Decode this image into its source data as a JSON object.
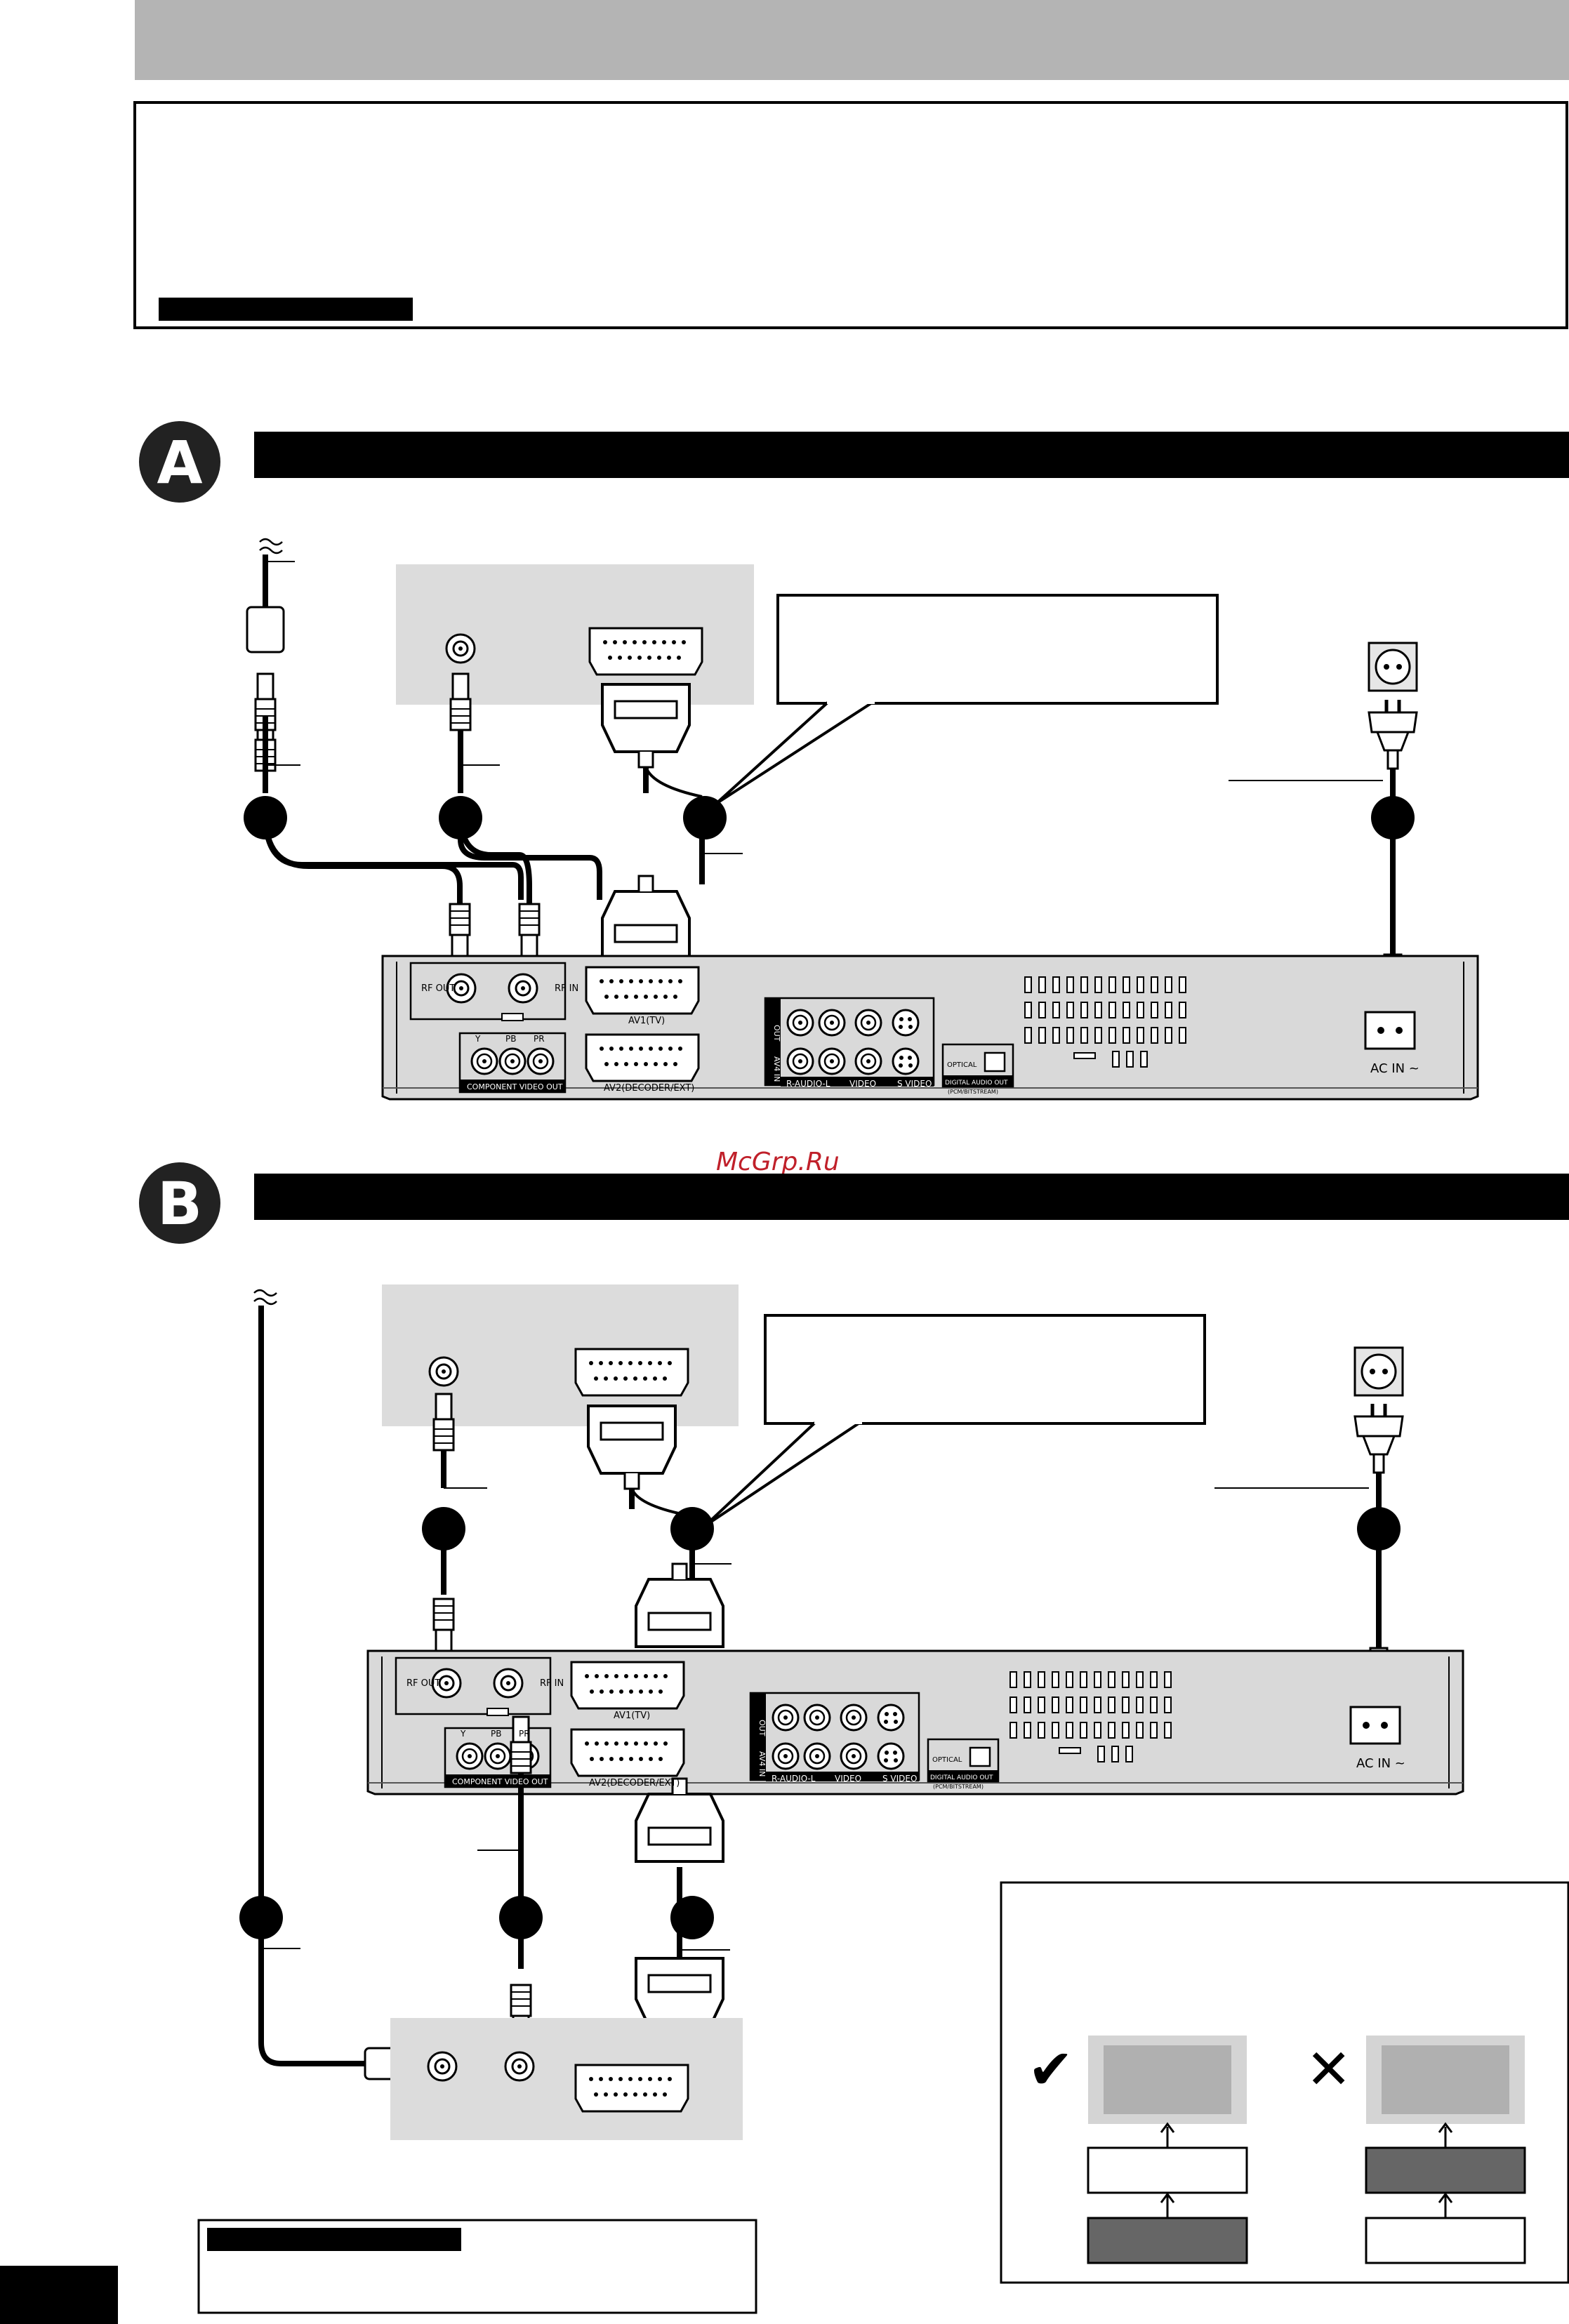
{
  "watermark": "McGrp.Ru",
  "section_a": {
    "badge": "A"
  },
  "section_b": {
    "badge": "B"
  },
  "recorder": {
    "rf_out": "RF OUT",
    "rf_in": "RF IN",
    "av1": "AV1(TV)",
    "av2": "AV2(DECODER/EXT)",
    "component_video_out": "COMPONENT VIDEO OUT",
    "comp_y": "Y",
    "comp_pb": "PB",
    "comp_pr": "PR",
    "out": "OUT",
    "av4_in": "AV4 IN",
    "r_audio_l": "R-AUDIO-L",
    "video": "VIDEO",
    "s_video": "S VIDEO",
    "optical": "OPTICAL",
    "digital_audio_out": "DIGITAL AUDIO OUT",
    "pcm_bitstream": "(PCM/BITSTREAM)",
    "ac_in": "AC IN ~"
  },
  "legend": {
    "ok_mark": "✔",
    "ng_mark": "✕"
  }
}
